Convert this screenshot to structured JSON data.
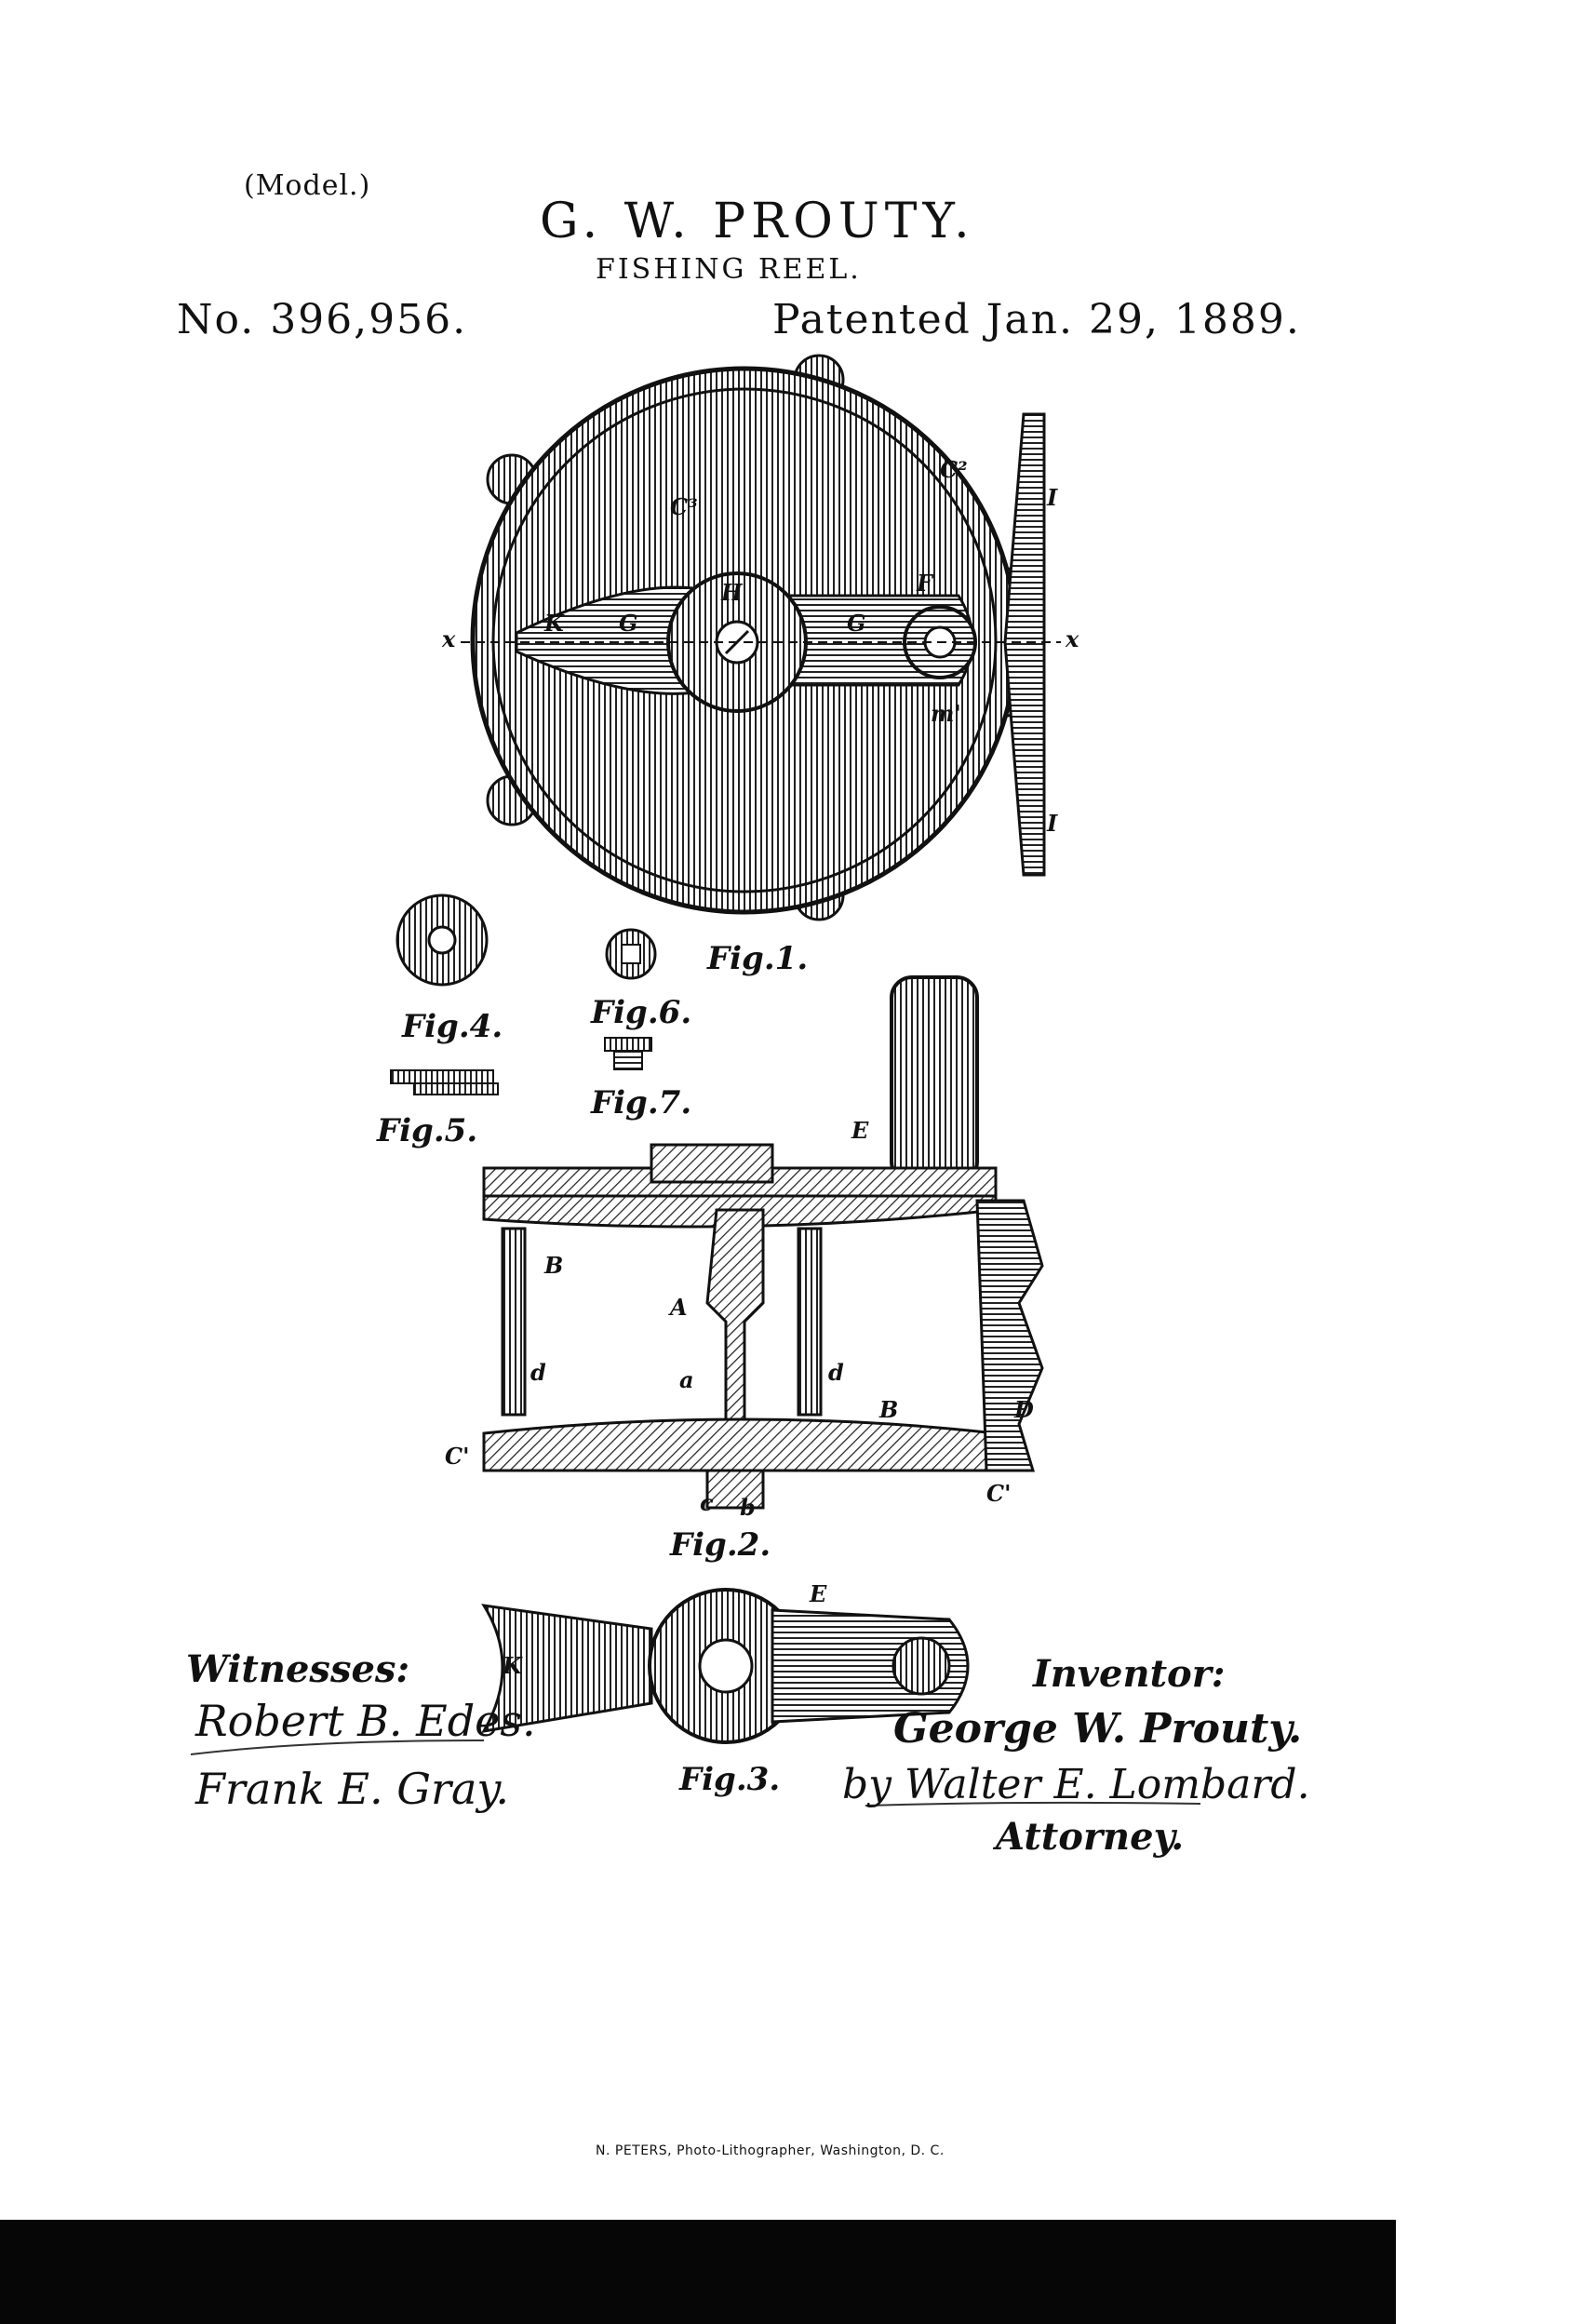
{
  "header": {
    "model_note": "(Model.)",
    "inventor": "G. W. PROUTY.",
    "title": "FISHING REEL.",
    "patent_number": "No. 396,956.",
    "patent_date": "Patented Jan. 29, 1889."
  },
  "figures": {
    "fig1": "Fig.1.",
    "fig2": "Fig.2.",
    "fig3": "Fig.3.",
    "fig4": "Fig.4.",
    "fig5": "Fig.5.",
    "fig6": "Fig.6.",
    "fig7": "Fig.7."
  },
  "reference_letters": {
    "c3": "C³",
    "c2": "C²",
    "i_upper": "I",
    "i_lower": "I",
    "k": "K",
    "g_left": "G",
    "h": "H",
    "g_right": "G",
    "f": "F",
    "x_left": "x",
    "x_right": "x",
    "m1": "m'",
    "d_left": "d",
    "d_right": "d",
    "a_upper": "A",
    "a_lower": "a",
    "b_left": "B",
    "b_right": "B",
    "big_d": "D",
    "c1_left": "C'",
    "c1_right": "C'",
    "c_small": "c",
    "b_small": "b",
    "e2": "E",
    "e3": "E",
    "k3": "K"
  },
  "signatures": {
    "witnesses_label": "Witnesses:",
    "witness1": "Robert B. Edes.",
    "witness2": "Frank E. Gray.",
    "inventor_label": "Inventor:",
    "inventor_signature": "George W. Prouty.",
    "by_attorney": "by Walter E. Lombard.",
    "attorney_label": "Attorney."
  },
  "footer": {
    "printer": "N. PETERS, Photo-Lithographer, Washington, D. C."
  }
}
